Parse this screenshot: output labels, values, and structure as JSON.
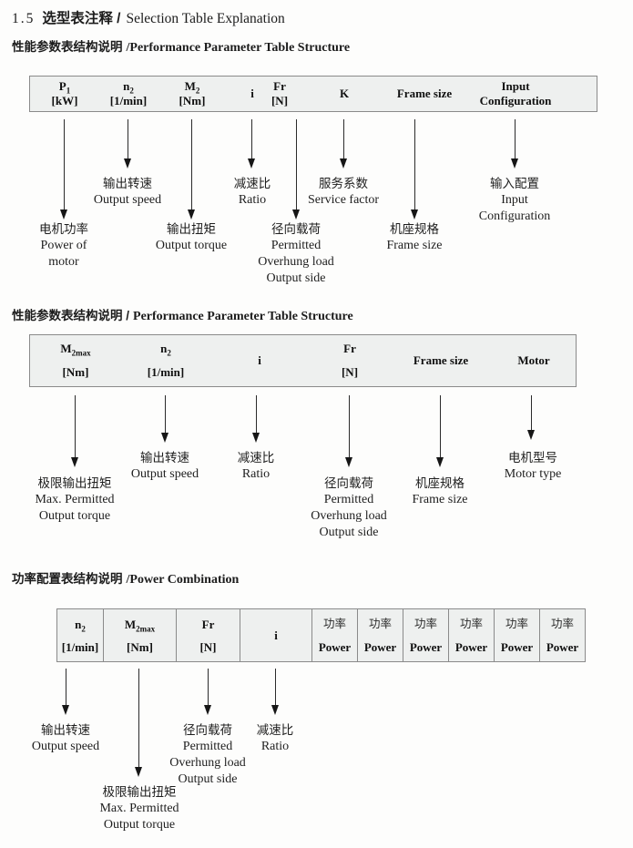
{
  "title": {
    "num": "1.5",
    "zh": "选型表注释 /",
    "en": "Selection Table Explanation"
  },
  "colors": {
    "table_bg": "#eef0ef",
    "table_border": "#8a8a8a",
    "text": "#1c1c1c"
  },
  "sections": [
    {
      "heading_zh": "性能参数表结构说明",
      "heading_en": "/Performance Parameter Table Structure",
      "columns": [
        {
          "main": "P",
          "sub": "1",
          "unit": "[kW]"
        },
        {
          "main": "n",
          "sub": "2",
          "unit": "[1/min]"
        },
        {
          "main": "M",
          "sub": "2",
          "unit": "[Nm]"
        },
        {
          "main": "i",
          "sub": "",
          "unit": ""
        },
        {
          "main": "Fr",
          "sub": "",
          "unit": "[N]"
        },
        {
          "main": "K",
          "sub": "",
          "unit": ""
        },
        {
          "main": "Frame size",
          "sub": "",
          "unit": ""
        },
        {
          "main": "Input",
          "sub": "",
          "unit": "Configuration"
        }
      ],
      "callouts": [
        {
          "lines": [
            "电机功率",
            "Power of",
            "motor"
          ]
        },
        {
          "lines": [
            "输出转速",
            "Output speed"
          ]
        },
        {
          "lines": [
            "输出扭矩",
            "Output torque"
          ]
        },
        {
          "lines": [
            "减速比",
            "Ratio"
          ]
        },
        {
          "lines": [
            "径向载荷",
            "Permitted",
            "Overhung load",
            "Output side"
          ]
        },
        {
          "lines": [
            "服务系数",
            "Service factor"
          ]
        },
        {
          "lines": [
            "机座规格",
            "Frame size"
          ]
        },
        {
          "lines": [
            "输入配置",
            "Input",
            "Configuration"
          ]
        }
      ]
    },
    {
      "heading_zh": "性能参数表结构说明 /",
      "heading_en": "Performance Parameter Table Structure",
      "columns": [
        {
          "main": "M",
          "sub": "2max",
          "unit": "[Nm]"
        },
        {
          "main": "n",
          "sub": "2",
          "unit": "[1/min]"
        },
        {
          "main": "i",
          "sub": "",
          "unit": ""
        },
        {
          "main": "Fr",
          "sub": "",
          "unit": "[N]"
        },
        {
          "main": "Frame size",
          "sub": "",
          "unit": ""
        },
        {
          "main": "Motor",
          "sub": "",
          "unit": ""
        }
      ],
      "callouts": [
        {
          "lines": [
            "极限输出扭矩",
            "Max. Permitted",
            "Output torque"
          ]
        },
        {
          "lines": [
            "输出转速",
            "Output speed"
          ]
        },
        {
          "lines": [
            "减速比",
            "Ratio"
          ]
        },
        {
          "lines": [
            "径向载荷",
            "Permitted",
            "Overhung load",
            "Output side"
          ]
        },
        {
          "lines": [
            "机座规格",
            "Frame size"
          ]
        },
        {
          "lines": [
            "电机型号",
            "Motor type"
          ]
        }
      ]
    },
    {
      "heading_zh": "功率配置表结构说明",
      "heading_en": "/Power Combination",
      "columns": [
        {
          "main": "n",
          "sub": "2",
          "unit": "[1/min]"
        },
        {
          "main": "M",
          "sub": "2max",
          "unit": "[Nm]"
        },
        {
          "main": "Fr",
          "sub": "",
          "unit": "[N]"
        },
        {
          "main": "i",
          "sub": "",
          "unit": ""
        },
        {
          "main": "功率",
          "sub": "",
          "unit": "Power"
        },
        {
          "main": "功率",
          "sub": "",
          "unit": "Power"
        },
        {
          "main": "功率",
          "sub": "",
          "unit": "Power"
        },
        {
          "main": "功率",
          "sub": "",
          "unit": "Power"
        },
        {
          "main": "功率",
          "sub": "",
          "unit": "Power"
        },
        {
          "main": "功率",
          "sub": "",
          "unit": "Power"
        }
      ],
      "callouts": [
        {
          "lines": [
            "输出转速",
            "Output speed"
          ]
        },
        {
          "lines": [
            "极限输出扭矩",
            "Max. Permitted",
            "Output torque"
          ]
        },
        {
          "lines": [
            "径向载荷",
            "Permitted",
            "Overhung load",
            "Output side"
          ]
        },
        {
          "lines": [
            "减速比",
            "Ratio"
          ]
        }
      ]
    }
  ]
}
